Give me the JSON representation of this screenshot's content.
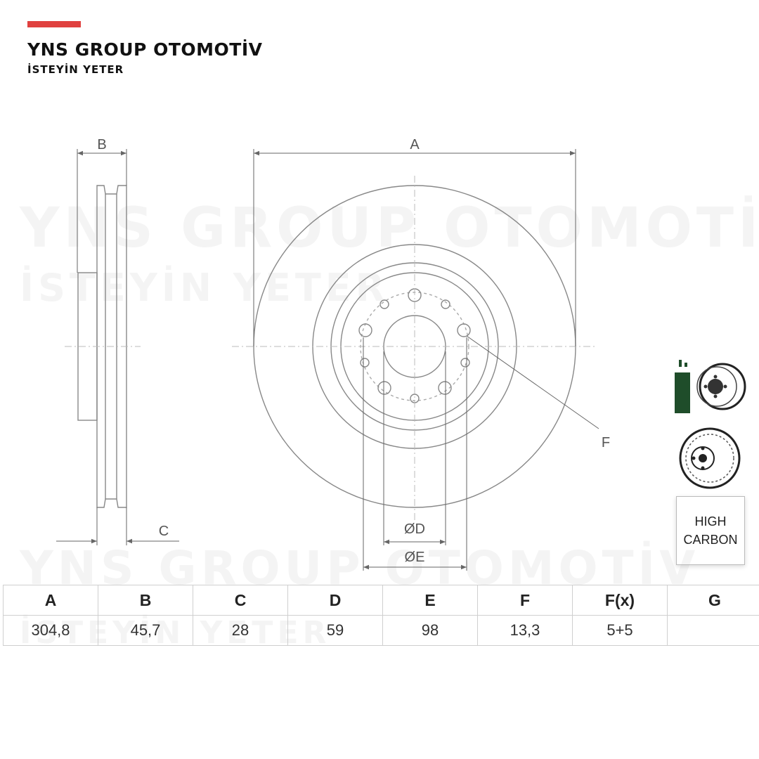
{
  "brand": {
    "name": "YNS GROUP OTOMOTİV",
    "tagline": "İSTEYİN YETER",
    "accent_color": "#e0413f"
  },
  "watermark": {
    "line1": "YNS GROUP OTOMOTİV",
    "line2": "İSTEYİN YETER"
  },
  "diagram_labels": {
    "a": "A",
    "b": "B",
    "c": "C",
    "d": "ØD",
    "e": "ØE",
    "f": "F"
  },
  "badge": {
    "line1": "HIGH",
    "line2": "CARBON"
  },
  "spec_table": {
    "headers": [
      "A",
      "B",
      "C",
      "D",
      "E",
      "F",
      "F(x)",
      "G"
    ],
    "values": [
      "304,8",
      "45,7",
      "28",
      "59",
      "98",
      "13,3",
      "5+5",
      ""
    ]
  }
}
